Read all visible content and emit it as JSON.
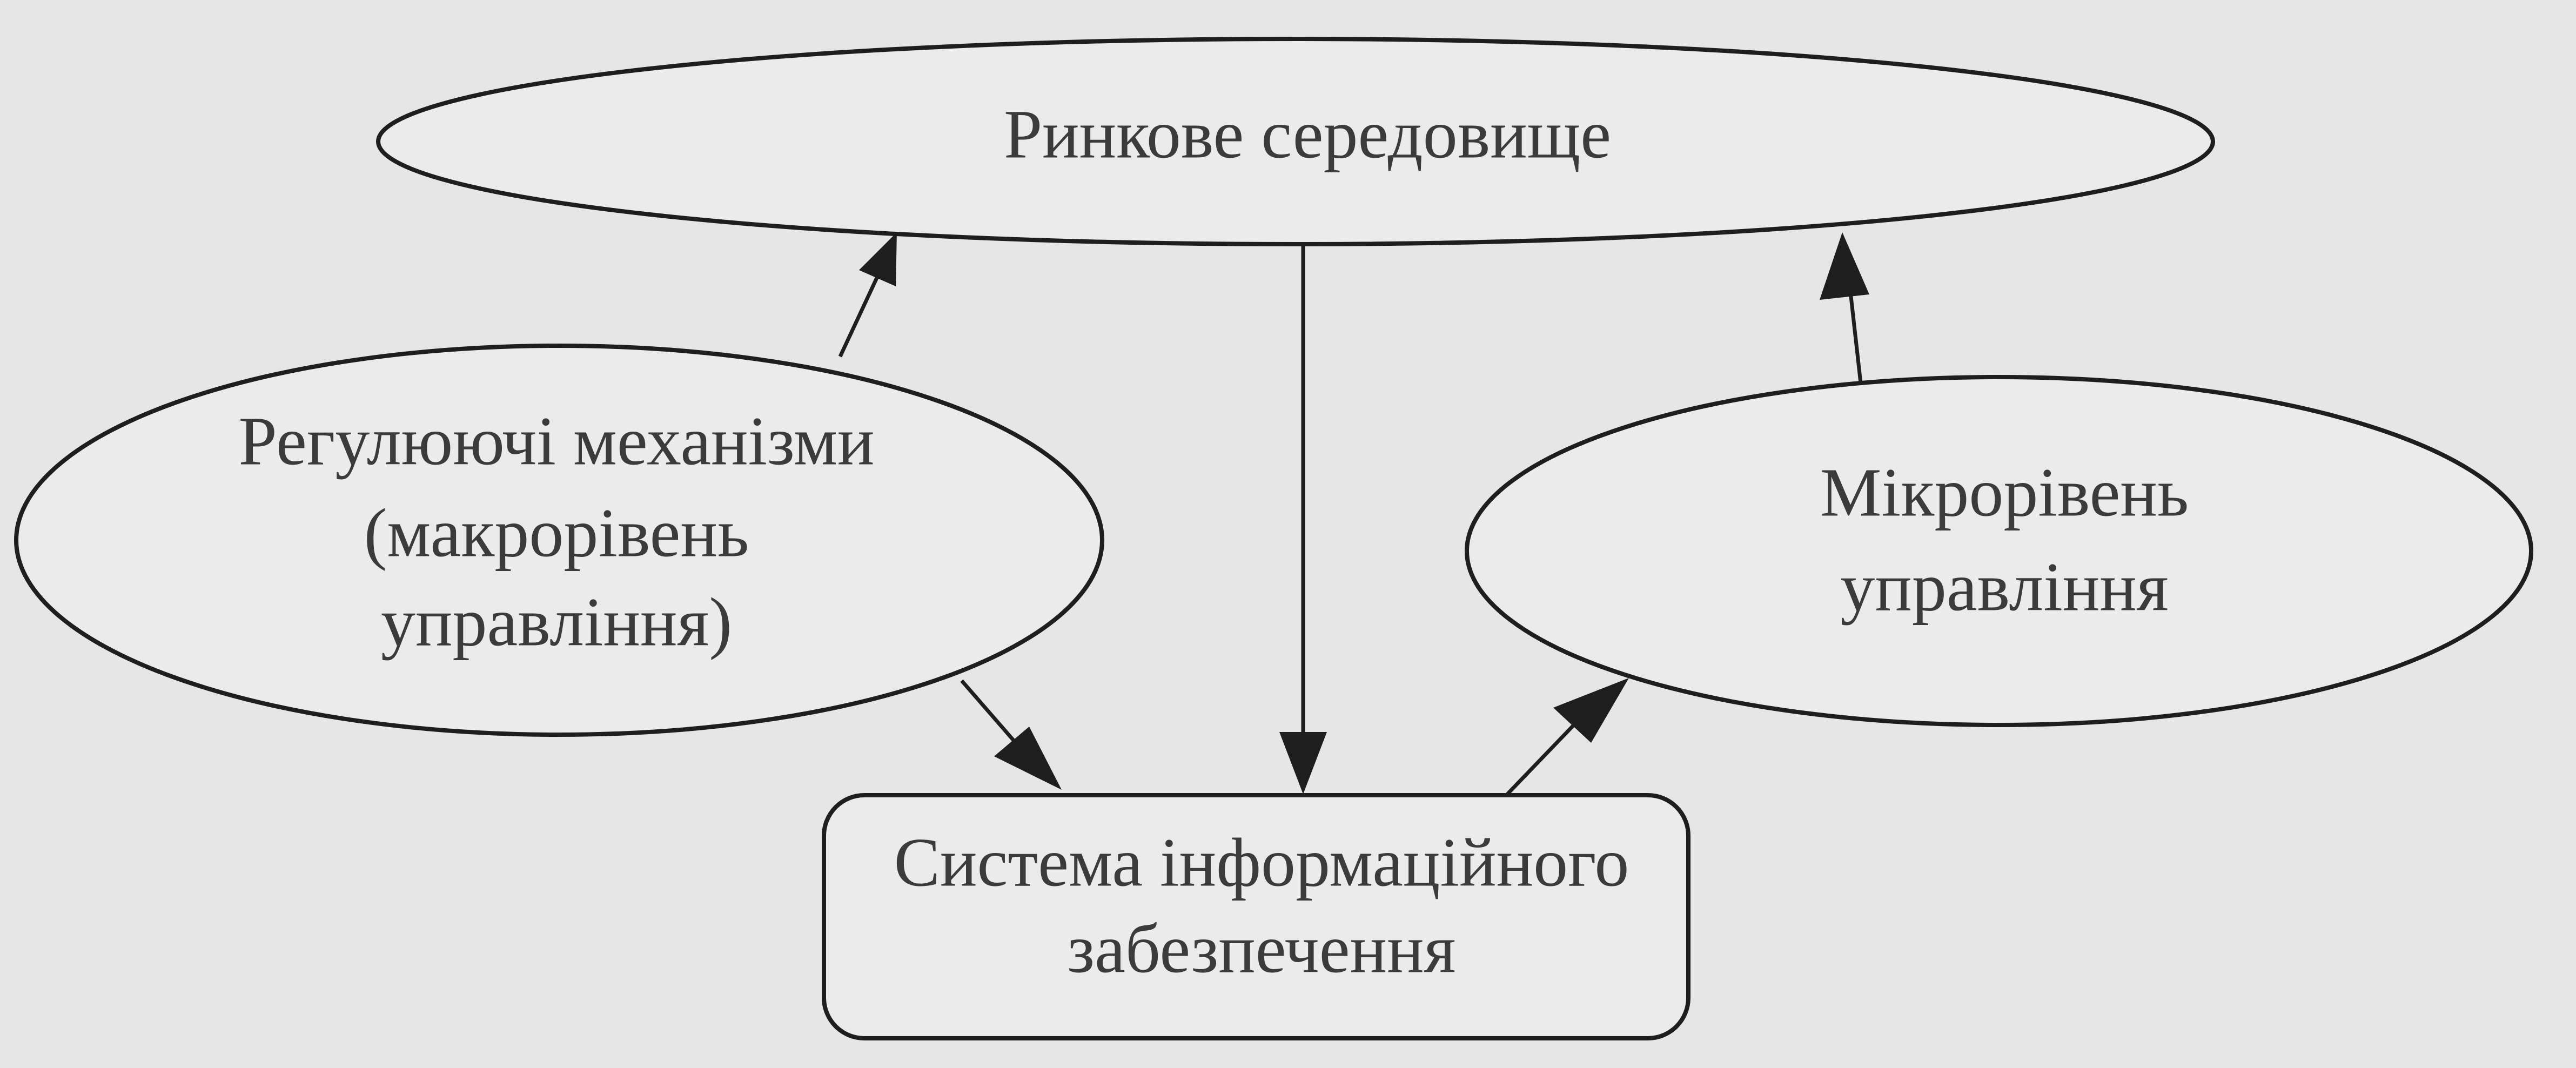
{
  "diagram": {
    "nodes": {
      "market": {
        "lines": [
          "Ринкове середовище"
        ]
      },
      "regulating": {
        "lines": [
          "Регулюючі механізми",
          "(макрорівень",
          "управління)"
        ]
      },
      "micro": {
        "lines": [
          "Мікрорівень",
          "управління"
        ]
      },
      "info": {
        "lines": [
          "Система  інформаційного",
          "забезпечення"
        ]
      }
    },
    "edges": [
      {
        "from": "regulating",
        "to": "market"
      },
      {
        "from": "micro",
        "to": "market"
      },
      {
        "from": "market",
        "to": "info"
      },
      {
        "from": "regulating",
        "to": "info"
      },
      {
        "from": "info",
        "to": "micro"
      }
    ],
    "colors": {
      "background": "#e6e6e6",
      "stroke": "#1e1e1e",
      "text": "#3b3b3b"
    }
  }
}
